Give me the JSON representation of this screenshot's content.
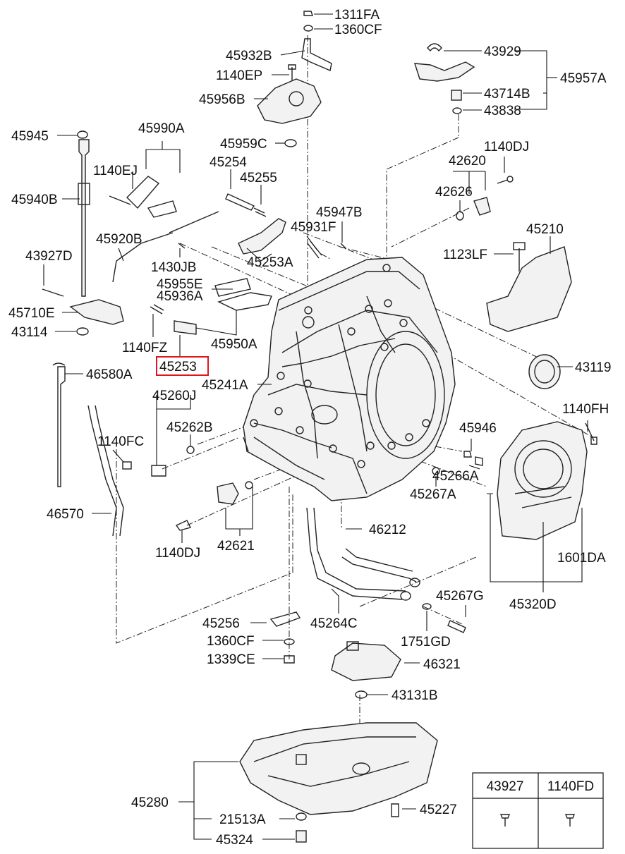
{
  "labels": {
    "l_1311FA": "1311FA",
    "l_1360CF_top": "1360CF",
    "l_45932B": "45932B",
    "l_1140EP": "1140EP",
    "l_45956B": "45956B",
    "l_45959C": "45959C",
    "l_43929": "43929",
    "l_45957A": "45957A",
    "l_43714B": "43714B",
    "l_43838": "43838",
    "l_45945": "45945",
    "l_45990A": "45990A",
    "l_1140EJ": "1140EJ",
    "l_45940B": "45940B",
    "l_45254": "45254",
    "l_45255": "45255",
    "l_42620": "42620",
    "l_1140DJ_top": "1140DJ",
    "l_42626": "42626",
    "l_45947B": "45947B",
    "l_45931F": "45931F",
    "l_45920B": "45920B",
    "l_45210": "45210",
    "l_43927D": "43927D",
    "l_1430JB": "1430JB",
    "l_45253A": "45253A",
    "l_1123LF": "1123LF",
    "l_45955E": "45955E",
    "l_45936A": "45936A",
    "l_45710E": "45710E",
    "l_43114": "43114",
    "l_1140FZ": "1140FZ",
    "l_45950A": "45950A",
    "l_45253": "45253",
    "l_43119": "43119",
    "l_46580A": "46580A",
    "l_45241A": "45241A",
    "l_45260J": "45260J",
    "l_1140FH": "1140FH",
    "l_45262B": "45262B",
    "l_45946": "45946",
    "l_1140FC": "1140FC",
    "l_45266A": "45266A",
    "l_46570": "46570",
    "l_45267A": "45267A",
    "l_46212": "46212",
    "l_42621": "42621",
    "l_1140DJ_bot": "1140DJ",
    "l_1601DA": "1601DA",
    "l_45267G": "45267G",
    "l_45320D": "45320D",
    "l_45256": "45256",
    "l_45264C": "45264C",
    "l_1360CF_bot": "1360CF",
    "l_1751GD": "1751GD",
    "l_1339CE": "1339CE",
    "l_46321": "46321",
    "l_43131B": "43131B",
    "l_45280": "45280",
    "l_21513A": "21513A",
    "l_45227": "45227",
    "l_45324": "45324"
  },
  "table": {
    "headers": [
      "43927",
      "1140FD"
    ]
  },
  "highlight_color": "#e0161e"
}
